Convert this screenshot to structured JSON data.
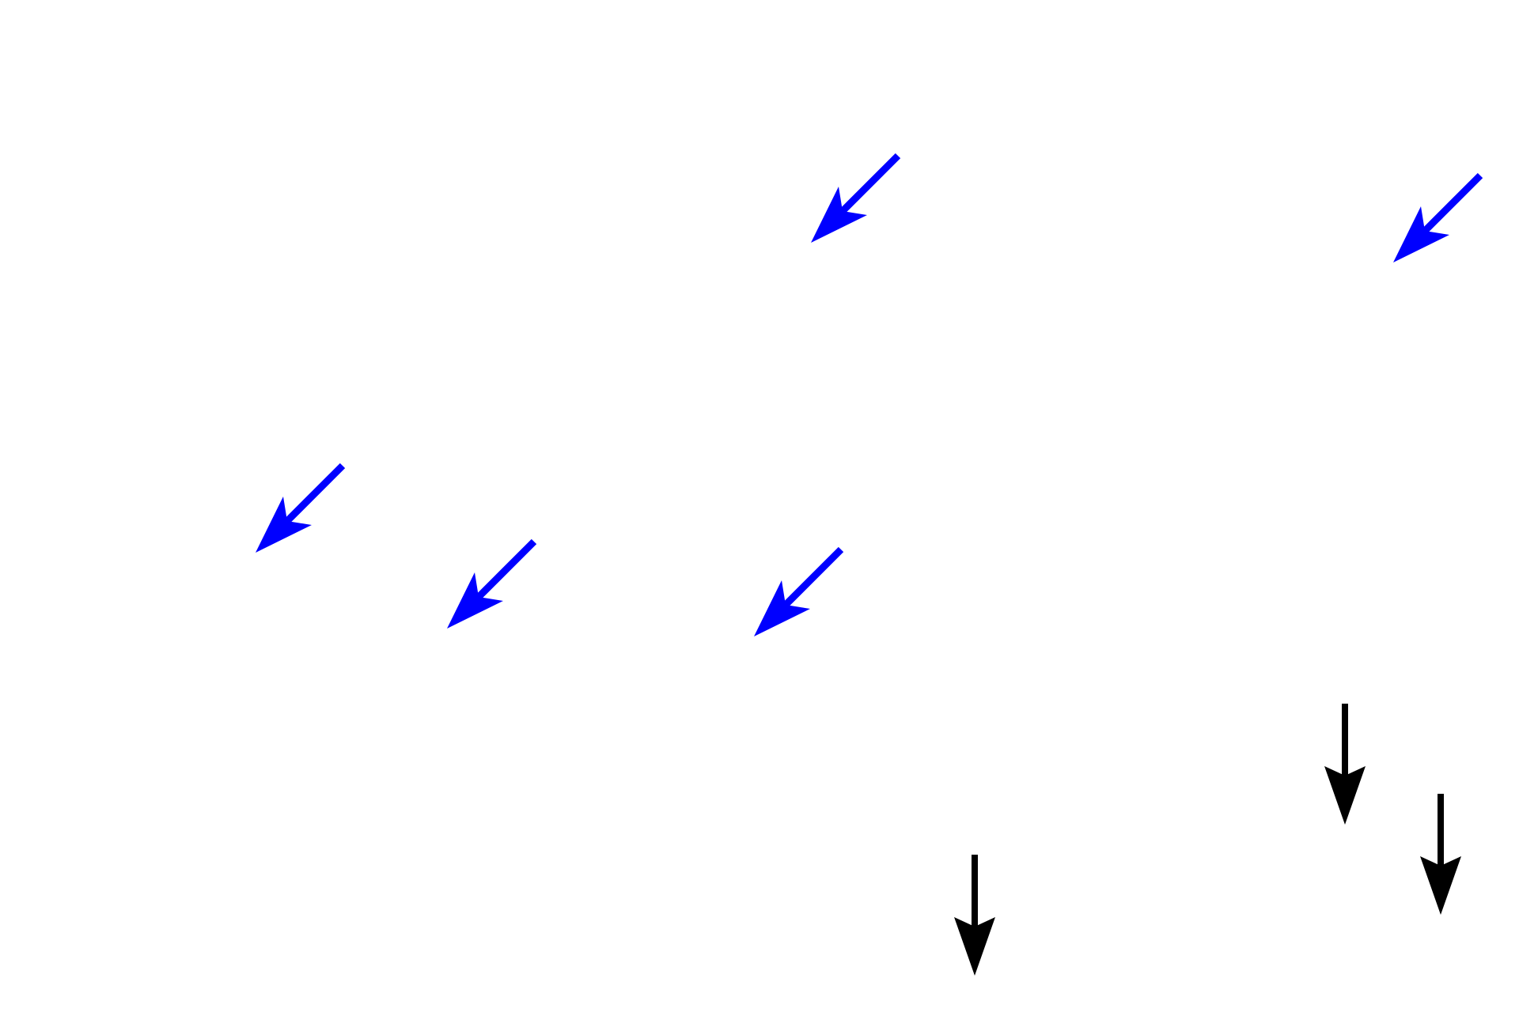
{
  "colors": {
    "background": "#ffffff",
    "diagonal_arrows": "#0000ff",
    "vertical_arrows": "#000000"
  },
  "arrows": {
    "diagonal_count": 5,
    "vertical_count": 3,
    "diagonal_direction": "down-left",
    "vertical_direction": "down"
  }
}
